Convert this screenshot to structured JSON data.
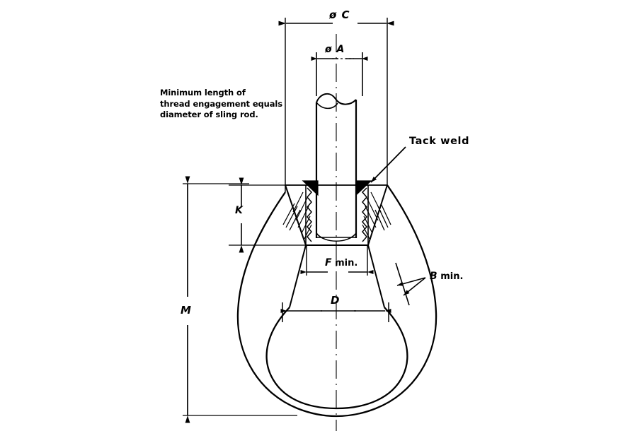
{
  "drawing": {
    "title": "Sling eye / lifting eye cross-section engineering drawing",
    "note": {
      "line1": "Minimum length of",
      "line2": "thread engagement equals",
      "line3": "diameter of sling rod."
    },
    "labels": {
      "phi_c": "ø C",
      "phi_a": "ø A",
      "tack_weld": "Tack  weld",
      "k": "K",
      "m": "M",
      "f_min_symbol": "F",
      "f_min_unit": " min.",
      "d": "D",
      "b_min_symbol": "B",
      "b_min_unit": " min."
    },
    "colors": {
      "line": "#000000",
      "background": "#ffffff",
      "weld_fill": "#000000"
    }
  }
}
